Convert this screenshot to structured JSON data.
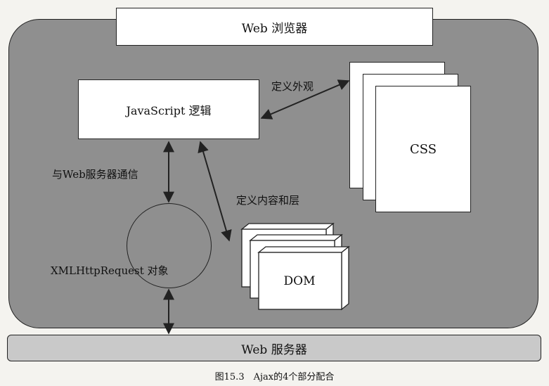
{
  "diagram": {
    "browser_label": "Web 浏览器",
    "js_label": "JavaScript 逻辑",
    "css_label": "CSS",
    "dom_label": "DOM",
    "xhr_label": "XMLHttpRequest 对象",
    "server_label": "Web 服务器",
    "edge_style_label": "定义外观",
    "edge_comm_label": "与Web服务器通信",
    "edge_content_label": "定义内容和层"
  },
  "caption": "图15.3　Ajax的4个部分配合",
  "colors": {
    "browser_panel": "#8f8f8f",
    "server_bar": "#c9c9c9",
    "box_fill": "#ffffff",
    "stroke": "#222222"
  }
}
